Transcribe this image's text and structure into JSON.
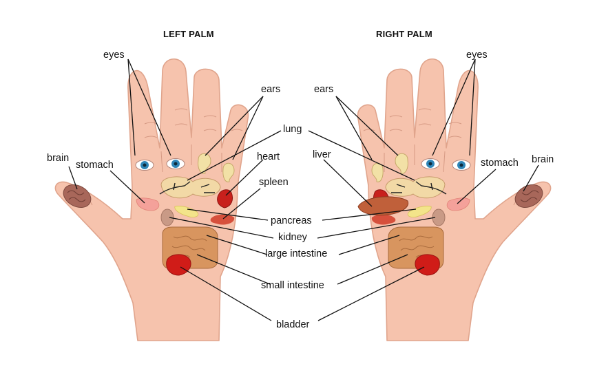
{
  "titles": {
    "left": "LEFT PALM",
    "right": "RIGHT PALM"
  },
  "labels": {
    "eyes_left": "eyes",
    "eyes_right": "eyes",
    "ears_left": "ears",
    "ears_right": "ears",
    "brain_left": "brain",
    "brain_right": "brain",
    "stomach_left": "stomach",
    "stomach_right": "stomach",
    "lung": "lung",
    "heart": "heart",
    "liver": "liver",
    "spleen": "spleen",
    "pancreas": "pancreas",
    "kidney": "kidney",
    "large_intestine": "large intestine",
    "small_intestine": "small intestine",
    "bladder": "bladder"
  },
  "colors": {
    "skin": "#f6c3ad",
    "skin_outline": "#e0a48c",
    "crease": "#c4866f",
    "line": "#111111",
    "heart": "#c8201c",
    "bladder": "#d01c18",
    "liver": "#c0603a",
    "intestine": "#d8955f",
    "pancreas": "#f3e48a",
    "kidney": "#c99a86",
    "eye_iris": "#2f86b8",
    "brain": "#a8675a"
  }
}
